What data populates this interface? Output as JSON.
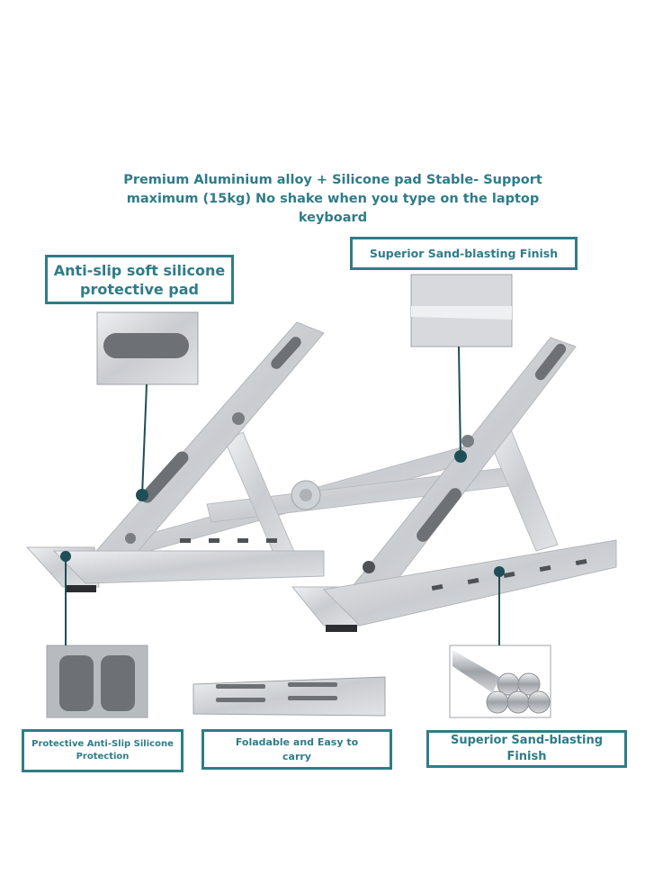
{
  "headline": {
    "line1": "Premium Aluminium alloy + Silicone pad Stable- Support",
    "line2": "maximum (15kg) No shake when you type on the laptop",
    "line3": "keyboard"
  },
  "callouts": {
    "silicone_pad": {
      "line1": "Anti-slip soft silicone",
      "line2": "protective pad"
    },
    "finish_top": "Superior Sand-blasting Finish",
    "protection": {
      "line1": "Protective Anti-Slip Silicone",
      "line2": "Protection"
    },
    "foldable": {
      "line1": "Foladable and Easy to",
      "line2": "carry"
    },
    "finish_bottom": {
      "line1": "Superior Sand-blasting",
      "line2": "Finish"
    }
  },
  "colors": {
    "accent": "#2f7c88",
    "pointer": "#1f4e57",
    "aluminium": "#d6d8db",
    "aluminium_dark": "#a9acb1",
    "pad": "#6d7075"
  }
}
